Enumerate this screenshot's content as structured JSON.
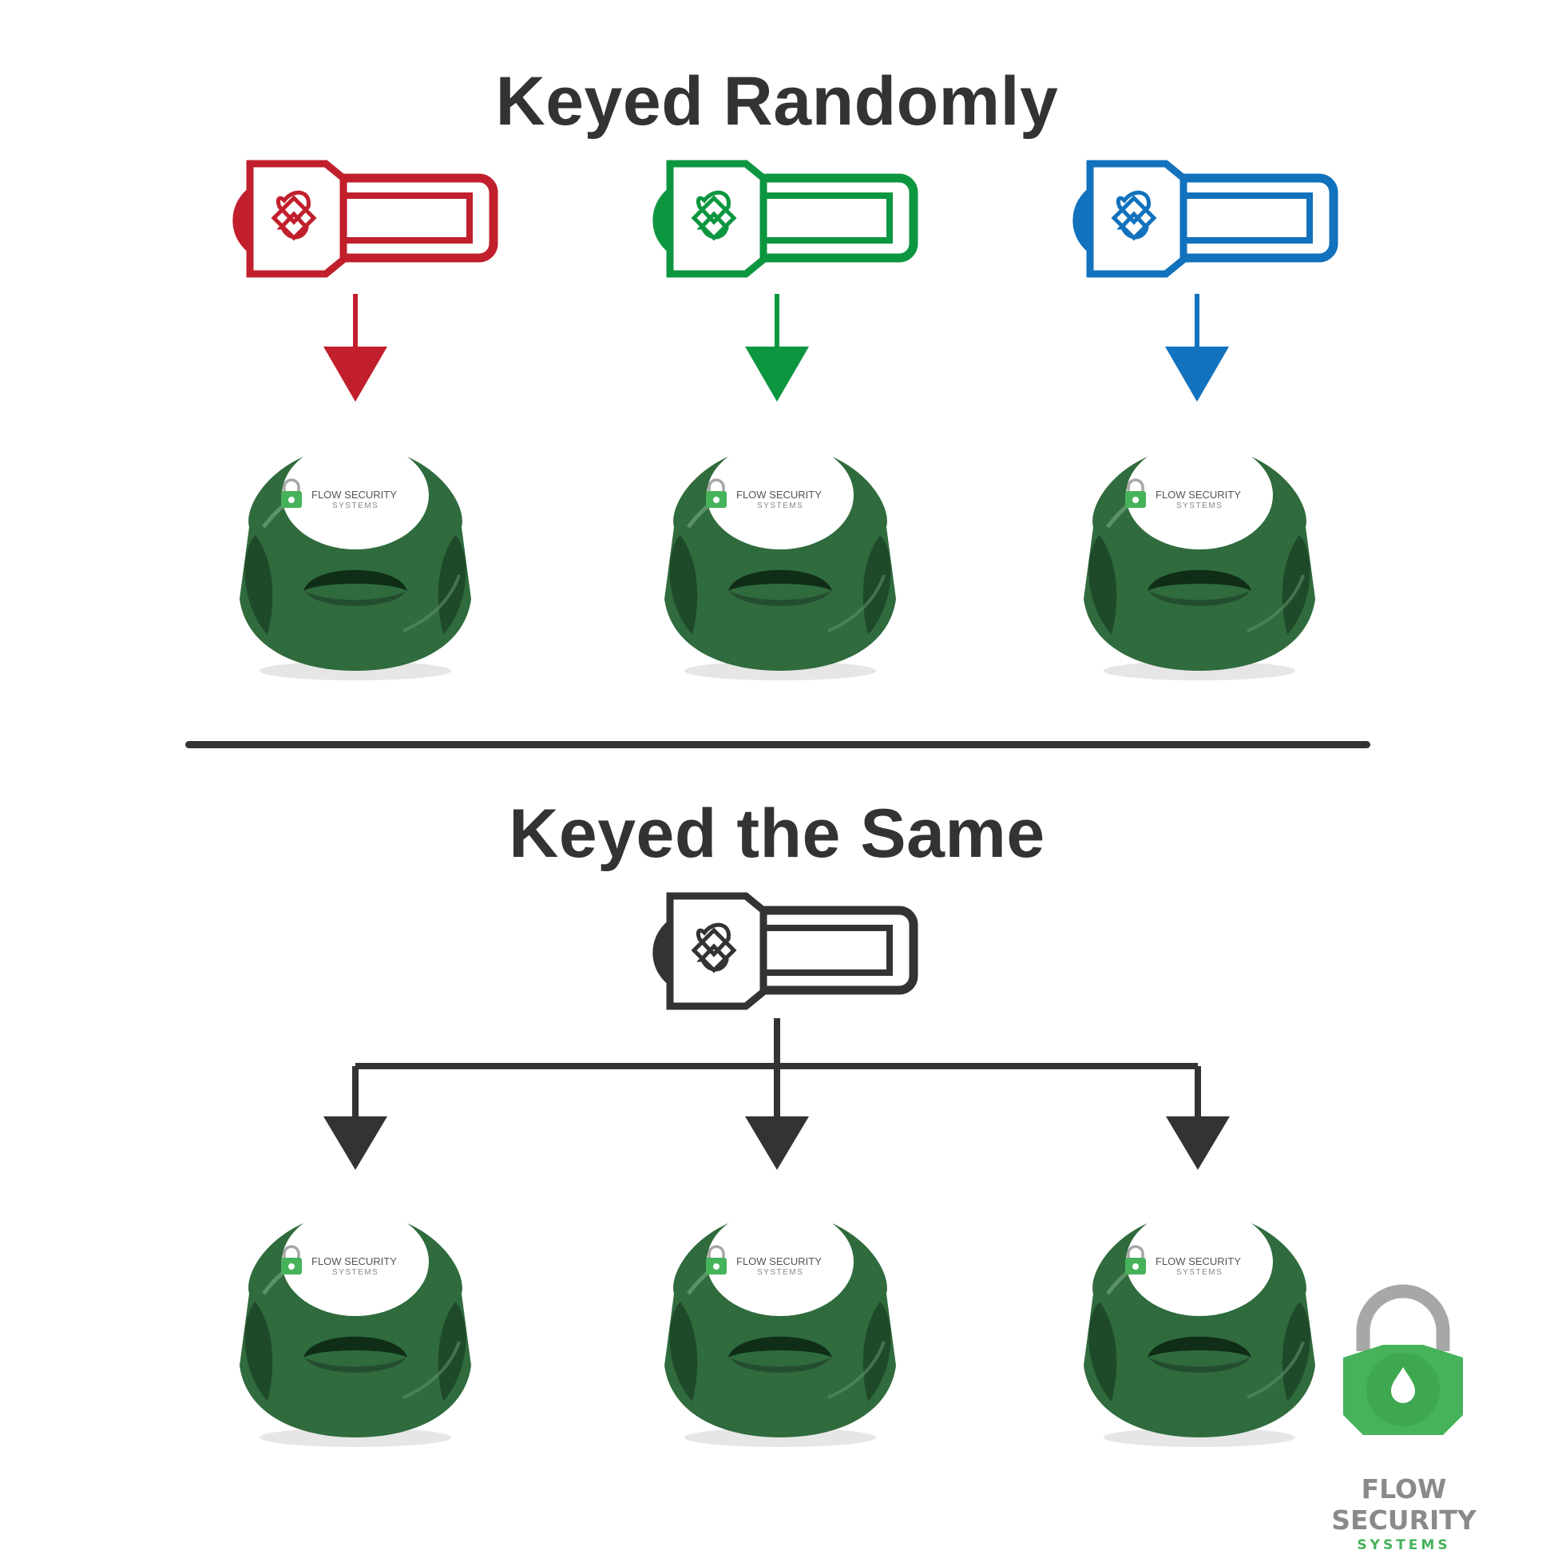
{
  "titles": {
    "random": "Keyed Randomly",
    "same": "Keyed the Same"
  },
  "colors": {
    "red": "#c11f2c",
    "green": "#0d9640",
    "blue": "#1272bd",
    "dark": "#333333",
    "knob_green": "#2f6b3d",
    "logo_green": "#46b25a",
    "logo_gray": "#a7a7a7"
  },
  "knob_label": {
    "line1": "FLOW SECURITY",
    "line2": "SYSTEMS"
  },
  "logo": {
    "line1": "FLOW SECURITY",
    "line2": "SYSTEMS"
  },
  "icons": {
    "key": "key-icon",
    "arrow": "down-arrow-icon",
    "knob": "valve-knob",
    "lock": "padlock-water-drop-icon"
  }
}
